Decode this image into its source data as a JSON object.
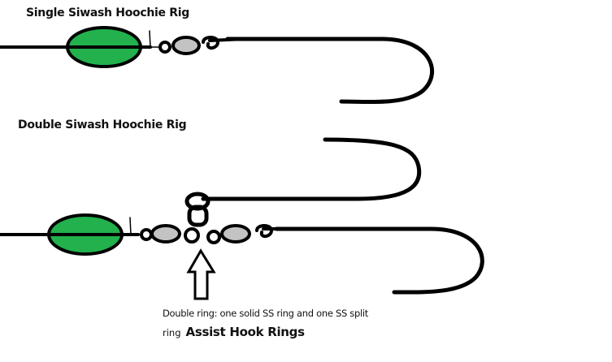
{
  "titles": {
    "single": "Single Siwash Hoochie Rig",
    "double": "Double Siwash Hoochie Rig"
  },
  "caption": {
    "line1": "Double ring: one solid SS ring and one SS split",
    "line2_prefix": "ring",
    "line2_bold": "Assist Hook Rings"
  },
  "colors": {
    "hoochie": "#22b14c",
    "bead": "#c3c3c3",
    "line": "#000000"
  }
}
